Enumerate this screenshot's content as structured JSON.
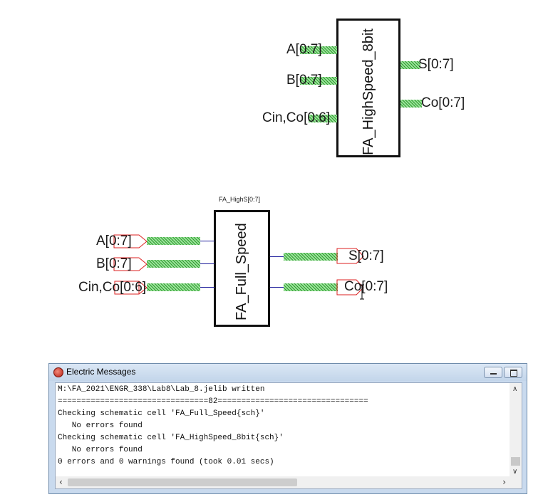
{
  "schematic_top": {
    "block_name": "FA_HighSpeed_8bit",
    "inputs": [
      "A[0:7]",
      "B[0:7]",
      "Cin,Co[0:6]"
    ],
    "outputs": [
      "S[0:7]",
      "Co[0:7]"
    ]
  },
  "schematic_instance": {
    "instance_label": "FA_HighS[0:7]",
    "block_name": "FA_Full_Speed",
    "inputs": [
      "A[0:7]",
      "B[0:7]",
      "Cin,Co[0:6]"
    ],
    "outputs": [
      "S[0:7]",
      "Co[0:7]"
    ]
  },
  "messages_window": {
    "title": "Electric Messages",
    "lines": [
      "M:\\FA_2021\\ENGR_338\\Lab8\\Lab_8.jelib written",
      "================================82================================",
      "Checking schematic cell 'FA_Full_Speed{sch}'",
      "   No errors found",
      "Checking schematic cell 'FA_HighSpeed_8bit{sch}'",
      "   No errors found",
      "0 errors and 0 warnings found (took 0.01 secs)"
    ],
    "minimize_icon": "minimize-icon",
    "maximize_icon": "maximize-icon"
  },
  "colors": {
    "bus": "#2f9a2f",
    "wire": "#1f1f9c",
    "pin": "#dd2222"
  }
}
